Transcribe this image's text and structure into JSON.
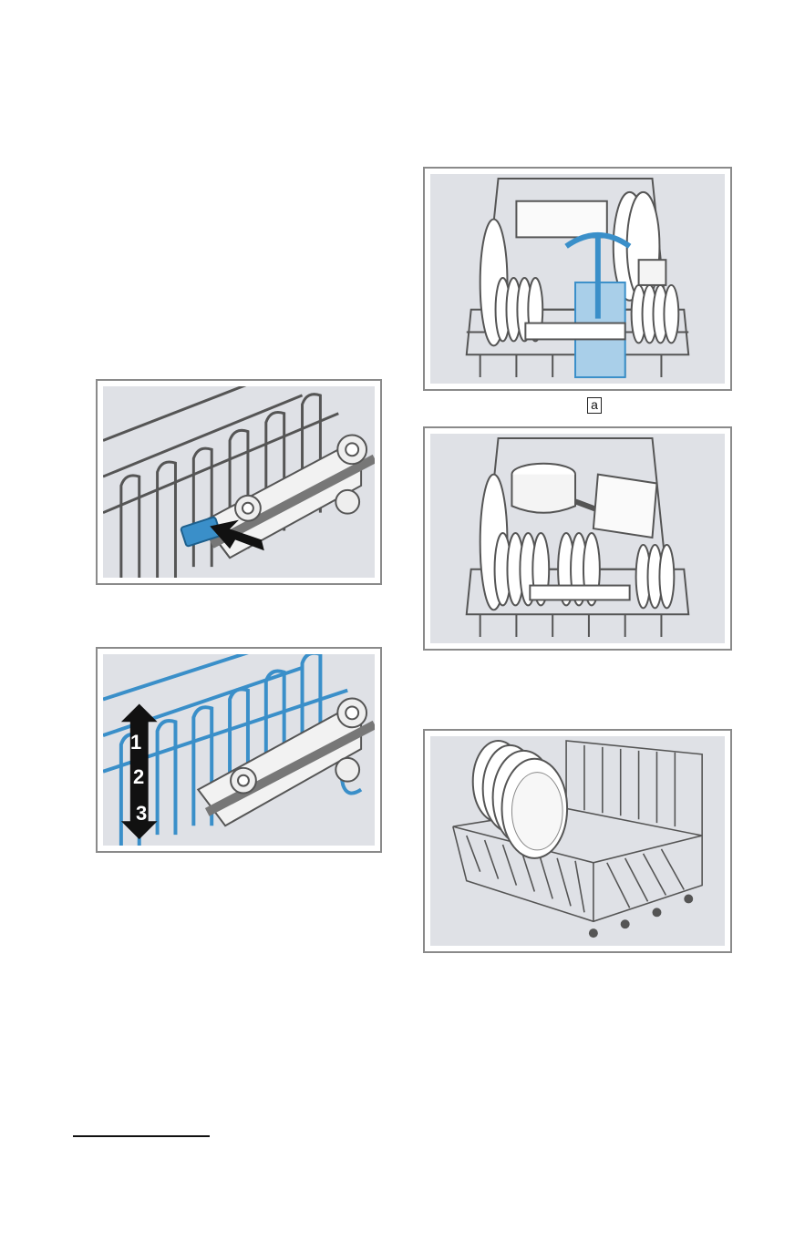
{
  "figures": {
    "rack_release": {
      "icon": "press-arrow-icon"
    },
    "rack_height": {
      "levels": [
        "1",
        "2",
        "3"
      ],
      "icon": "up-down-arrow-icon"
    },
    "upper_rack_loading": {
      "callout": "a"
    },
    "upper_rack_pots": {},
    "lower_rack_plates": {}
  },
  "colors": {
    "accent": "#3a8fc9",
    "panel": "#dfe1e6",
    "frame": "#8a8a8a",
    "wire": "#555555"
  }
}
